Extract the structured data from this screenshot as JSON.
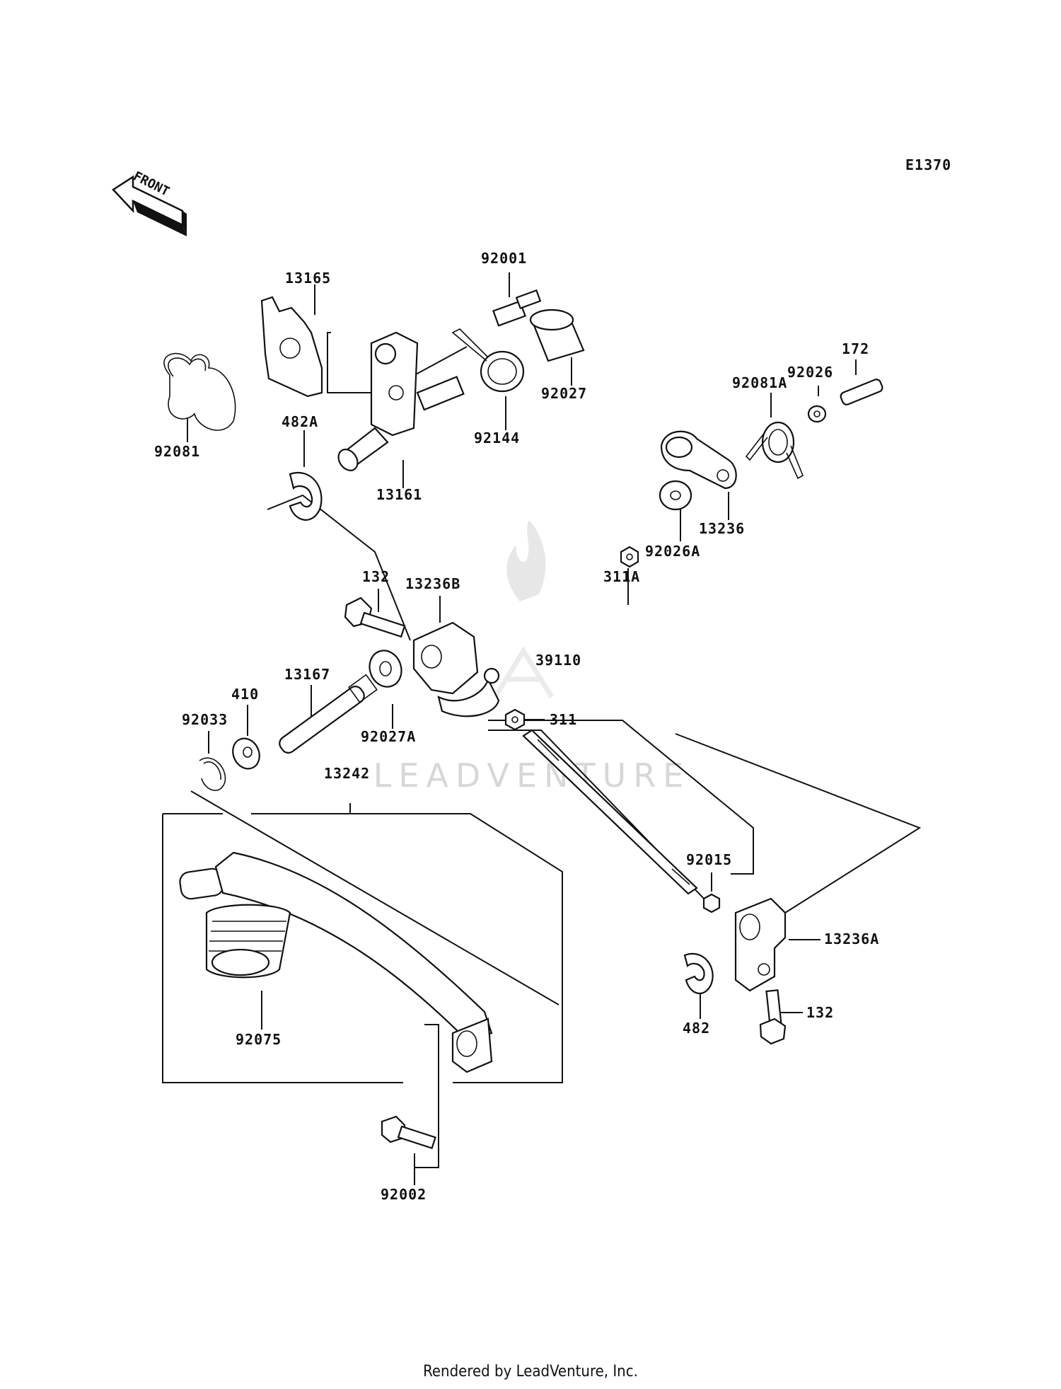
{
  "diagram_code": "E1370",
  "direction_label": "FRONT",
  "watermark": "LEADVENTURE",
  "footer": "Rendered by LeadVenture, Inc.",
  "parts": {
    "p92001": "92001",
    "p13165": "13165",
    "p92081": "92081",
    "p482A": "482A",
    "p13161": "13161",
    "p92144": "92144",
    "p92027": "92027",
    "p172": "172",
    "p92026": "92026",
    "p92081A": "92081A",
    "p13236": "13236",
    "p311A": "311A",
    "p92026A": "92026A",
    "p132a": "132",
    "p13236B": "13236B",
    "p13167": "13167",
    "p39110": "39110",
    "p410": "410",
    "p92033": "92033",
    "p92027A": "92027A",
    "p311": "311",
    "p13242": "13242",
    "p92015": "92015",
    "p13236A": "13236A",
    "p132b": "132",
    "p482": "482",
    "p92075": "92075",
    "p92002": "92002"
  }
}
